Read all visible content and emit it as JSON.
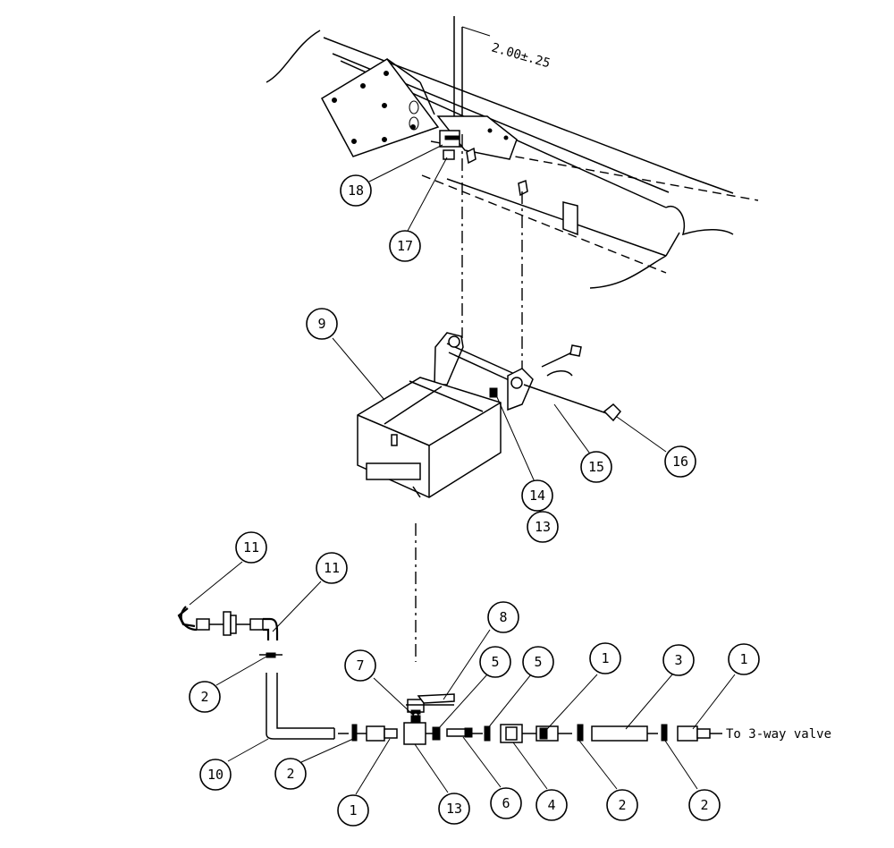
{
  "dimension_note": "2.00±.25",
  "destination_label": "To 3-way valve",
  "callouts": {
    "c18": "18",
    "c17": "17",
    "c9": "9",
    "c14": "14",
    "c13_upper": "13",
    "c15": "15",
    "c16": "16",
    "c11_left": "11",
    "c11_right": "11",
    "c8": "8",
    "c7": "7",
    "c5_left": "5",
    "c5_right": "5",
    "c1_top_mid": "1",
    "c3": "3",
    "c1_top_right": "1",
    "c2_left": "2",
    "c10": "10",
    "c2_bottom_a": "2",
    "c1_bottom": "1",
    "c13_lower": "13",
    "c6": "6",
    "c4": "4",
    "c2_bottom_b": "2",
    "c2_bottom_c": "2"
  }
}
